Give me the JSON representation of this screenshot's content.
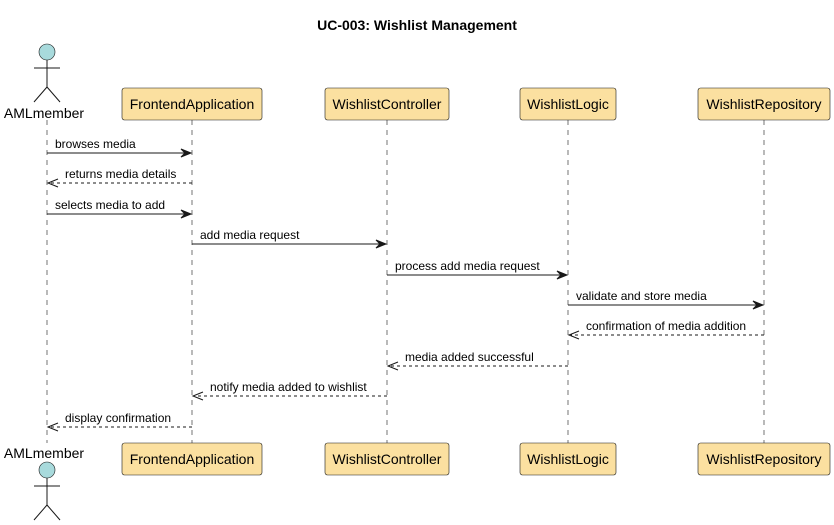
{
  "diagram": {
    "title": "UC-003: Wishlist Management",
    "actor": {
      "label": "AMLmember",
      "color": "#A8DADC"
    },
    "participants": [
      {
        "label": "FrontendApplication",
        "color": "#FBE0A0"
      },
      {
        "label": "WishlistController",
        "color": "#FBE0A0"
      },
      {
        "label": "WishlistLogic",
        "color": "#FBE0A0"
      },
      {
        "label": "WishlistRepository",
        "color": "#FBE0A0"
      }
    ],
    "messages": [
      {
        "from": "AMLmember",
        "to": "FrontendApplication",
        "label": "browses media",
        "style": "sync"
      },
      {
        "from": "FrontendApplication",
        "to": "AMLmember",
        "label": "returns media details",
        "style": "return"
      },
      {
        "from": "AMLmember",
        "to": "FrontendApplication",
        "label": "selects media to add",
        "style": "sync"
      },
      {
        "from": "FrontendApplication",
        "to": "WishlistController",
        "label": "add media request",
        "style": "sync"
      },
      {
        "from": "WishlistController",
        "to": "WishlistLogic",
        "label": "process add media request",
        "style": "sync"
      },
      {
        "from": "WishlistLogic",
        "to": "WishlistRepository",
        "label": "validate and store media",
        "style": "sync"
      },
      {
        "from": "WishlistRepository",
        "to": "WishlistLogic",
        "label": "confirmation of media addition",
        "style": "return"
      },
      {
        "from": "WishlistLogic",
        "to": "WishlistController",
        "label": "media added successful",
        "style": "return"
      },
      {
        "from": "WishlistController",
        "to": "FrontendApplication",
        "label": "notify media added to wishlist",
        "style": "return"
      },
      {
        "from": "FrontendApplication",
        "to": "AMLmember",
        "label": "display confirmation",
        "style": "return"
      }
    ]
  }
}
